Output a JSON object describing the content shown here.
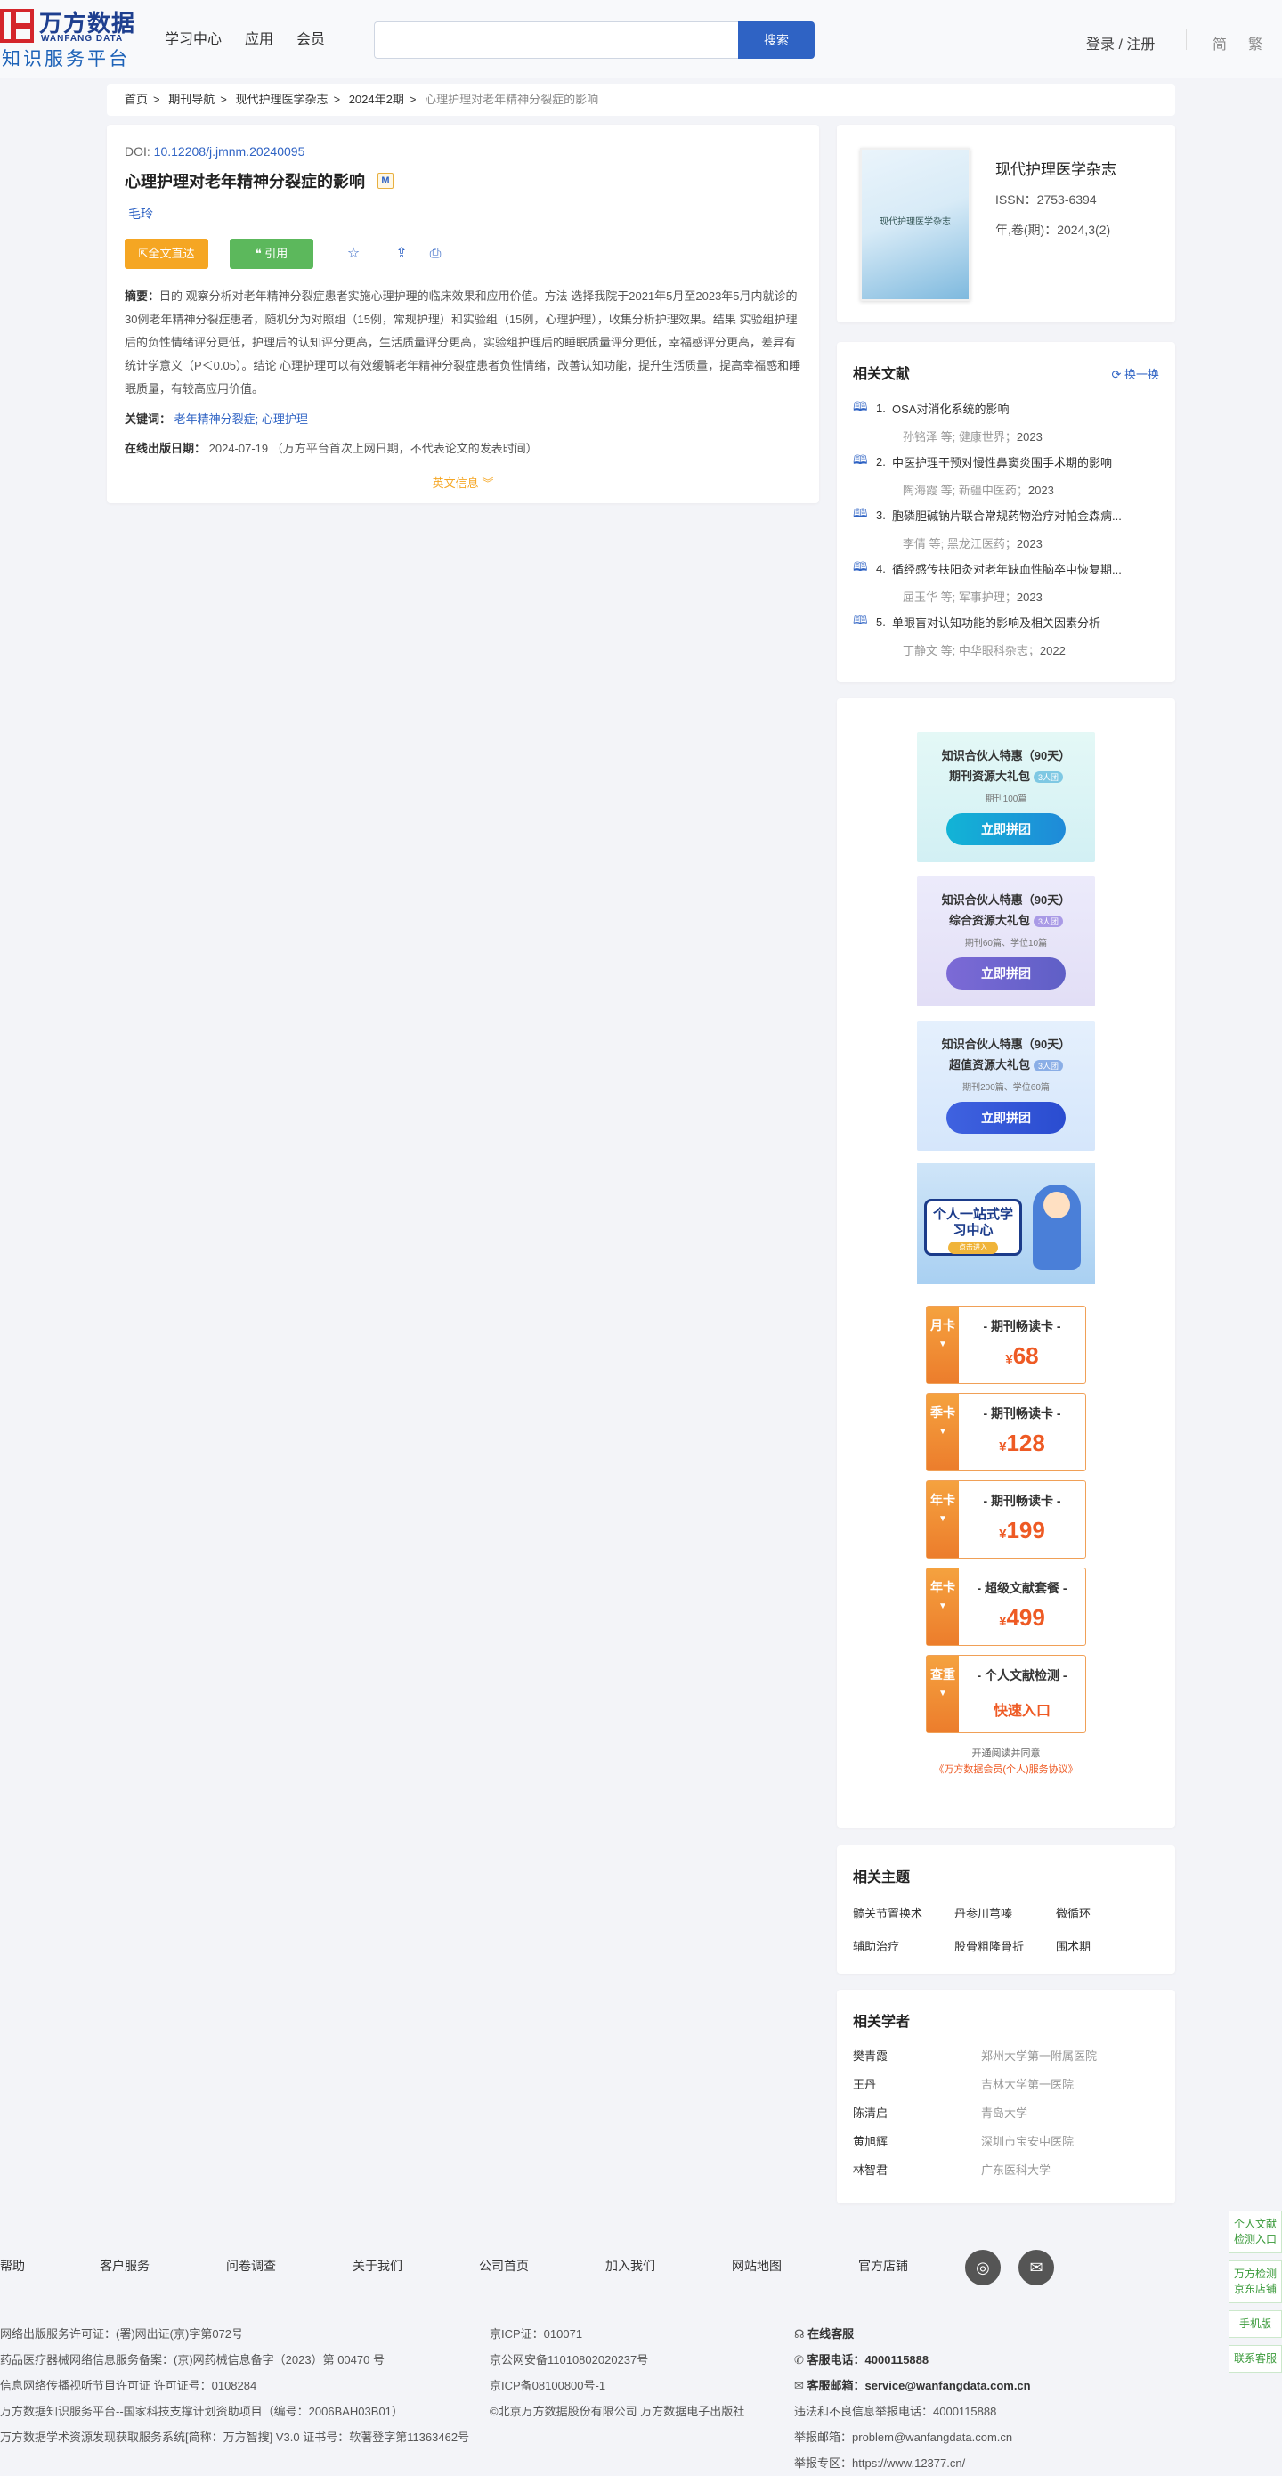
{
  "header": {
    "logo_cn": "万方数据",
    "logo_en": "WANFANG DATA",
    "logo_sub": "知识服务平台",
    "nav": [
      "学习中心",
      "应用",
      "会员"
    ],
    "search_button": "搜索",
    "login": "登录 / 注册",
    "lang_simplified": "简",
    "lang_traditional": "繁"
  },
  "breadcrumb": [
    "首页",
    "期刊导航",
    "现代护理医学杂志",
    "2024年2期",
    "心理护理对老年精神分裂症的影响"
  ],
  "article": {
    "doi_label": "DOI:",
    "doi": "10.12208/j.jmnm.20240095",
    "title": "心理护理对老年精神分裂症的影响",
    "badge": "M",
    "author": "毛玲",
    "btn_full": "全文直达",
    "btn_cite": "引用",
    "abstract_label": "摘要：",
    "abstract": "目的 观察分析对老年精神分裂症患者实施心理护理的临床效果和应用价值。方法 选择我院于2021年5月至2023年5月内就诊的30例老年精神分裂症患者，随机分为对照组（15例，常规护理）和实验组（15例，心理护理），收集分析护理效果。结果 实验组护理后的负性情绪评分更低，护理后的认知评分更高，生活质量评分更高，实验组护理后的睡眠质量评分更低，幸福感评分更高，差异有统计学意义（P＜0.05）。结论 心理护理可以有效缓解老年精神分裂症患者负性情绪，改善认知功能，提升生活质量，提高幸福感和睡眠质量，有较高应用价值。",
    "keywords_label": "关键词：",
    "keywords": [
      "老年精神分裂症;",
      "心理护理"
    ],
    "pubdate_label": "在线出版日期：",
    "pubdate": "2024-07-19",
    "pubdate_note": "（万方平台首次上网日期，不代表论文的发表时间）",
    "english_info": "英文信息"
  },
  "journal": {
    "cover_title": "现代护理医学杂志",
    "name": "现代护理医学杂志",
    "issn": "ISSN：2753-6394",
    "volume": "年,卷(期)：2024,3(2)"
  },
  "related": {
    "title": "相关文献",
    "switch": "换一换",
    "items": [
      {
        "num": "1.",
        "title": "OSA对消化系统的影响",
        "authors": "孙铭泽  等;",
        "source": "健康世界；",
        "year": "2023"
      },
      {
        "num": "2.",
        "title": "中医护理干预对慢性鼻窦炎围手术期的影响",
        "authors": "陶海霞  等;",
        "source": "新疆中医药；",
        "year": "2023"
      },
      {
        "num": "3.",
        "title": "胞磷胆碱钠片联合常规药物治疗对帕金森病...",
        "authors": "李倩  等;",
        "source": "黑龙江医药；",
        "year": "2023"
      },
      {
        "num": "4.",
        "title": "循经感传扶阳灸对老年缺血性脑卒中恢复期...",
        "authors": "屈玉华  等;",
        "source": "军事护理；",
        "year": "2023"
      },
      {
        "num": "5.",
        "title": "单眼盲对认知功能的影响及相关因素分析",
        "authors": "丁静文  等;",
        "source": "中华眼科杂志；",
        "year": "2022"
      }
    ]
  },
  "promo": {
    "packs": [
      {
        "t1": "知识合伙人特惠（90天）",
        "t2": "期刊资源大礼包",
        "tag": "3人团",
        "sub": "期刊100篇",
        "btn": "立即拼团"
      },
      {
        "t1": "知识合伙人特惠（90天）",
        "t2": "综合资源大礼包",
        "tag": "3人团",
        "sub": "期刊60篇、学位10篇",
        "btn": "立即拼团"
      },
      {
        "t1": "知识合伙人特惠（90天）",
        "t2": "超值资源大礼包",
        "tag": "3人团",
        "sub": "期刊200篇、学位60篇",
        "btn": "立即拼团"
      }
    ],
    "banner_title": "个人一站式学习中心",
    "banner_btn": "点击进入",
    "cards": [
      {
        "side": "月卡",
        "title": "- 期刊畅读卡 -",
        "currency": "¥",
        "price": "68"
      },
      {
        "side": "季卡",
        "title": "- 期刊畅读卡 -",
        "currency": "¥",
        "price": "128"
      },
      {
        "side": "年卡",
        "title": "- 期刊畅读卡 -",
        "currency": "¥",
        "price": "199"
      },
      {
        "side": "年卡",
        "title": "- 超级文献套餐 -",
        "currency": "¥",
        "price": "499"
      },
      {
        "side": "查重",
        "title": "- 个人文献检测 -",
        "entry": "快速入口"
      }
    ],
    "agree_line1": "开通阅读并同意",
    "agree_line2": "《万方数据会员(个人)服务协议》"
  },
  "topics": {
    "title": "相关主题",
    "items": [
      "髋关节置换术",
      "丹参川芎嗪",
      "微循环",
      "辅助治疗",
      "股骨粗隆骨折",
      "围术期"
    ]
  },
  "scholars": {
    "title": "相关学者",
    "items": [
      {
        "name": "樊青霞",
        "org": "郑州大学第一附属医院"
      },
      {
        "name": "王丹",
        "org": "吉林大学第一医院"
      },
      {
        "name": "陈清启",
        "org": "青岛大学"
      },
      {
        "name": "黄旭辉",
        "org": "深圳市宝安中医院"
      },
      {
        "name": "林智君",
        "org": "广东医科大学"
      }
    ]
  },
  "footer": {
    "nav": [
      "帮助",
      "客户服务",
      "问卷调查",
      "关于我们",
      "公司首页",
      "加入我们",
      "网站地图",
      "官方店铺"
    ],
    "col1": [
      "网络出版服务许可证：(署)网出证(京)字第072号",
      "药品医疗器械网络信息服务备案：(京)网药械信息备字（2023）第 00470 号",
      "信息网络传播视听节目许可证 许可证号：0108284",
      "万方数据知识服务平台--国家科技支撑计划资助项目（编号：2006BAH03B01）",
      "万方数据学术资源发现获取服务系统[简称：万方智搜] V3.0 证书号：软著登字第11363462号"
    ],
    "col2": [
      "京ICP证：010071",
      "京公网安备11010802020237号",
      "京ICP备08100800号-1",
      "©北京万方数据股份有限公司 万方数据电子出版社"
    ],
    "col3": [
      {
        "label": "在线客服",
        "value": ""
      },
      {
        "label": "客服电话：",
        "value": "4000115888"
      },
      {
        "label": "客服邮箱：",
        "value": "service@wanfangdata.com.cn"
      },
      {
        "label": "违法和不良信息举报电话：",
        "value": "4000115888"
      },
      {
        "label": "举报邮箱：",
        "value": "problem@wanfangdata.com.cn"
      },
      {
        "label": "举报专区：",
        "value": "https://www.12377.cn/"
      }
    ]
  },
  "side": [
    "个人文献检测入口",
    "万方检测京东店铺",
    "手机版",
    "联系客服"
  ]
}
